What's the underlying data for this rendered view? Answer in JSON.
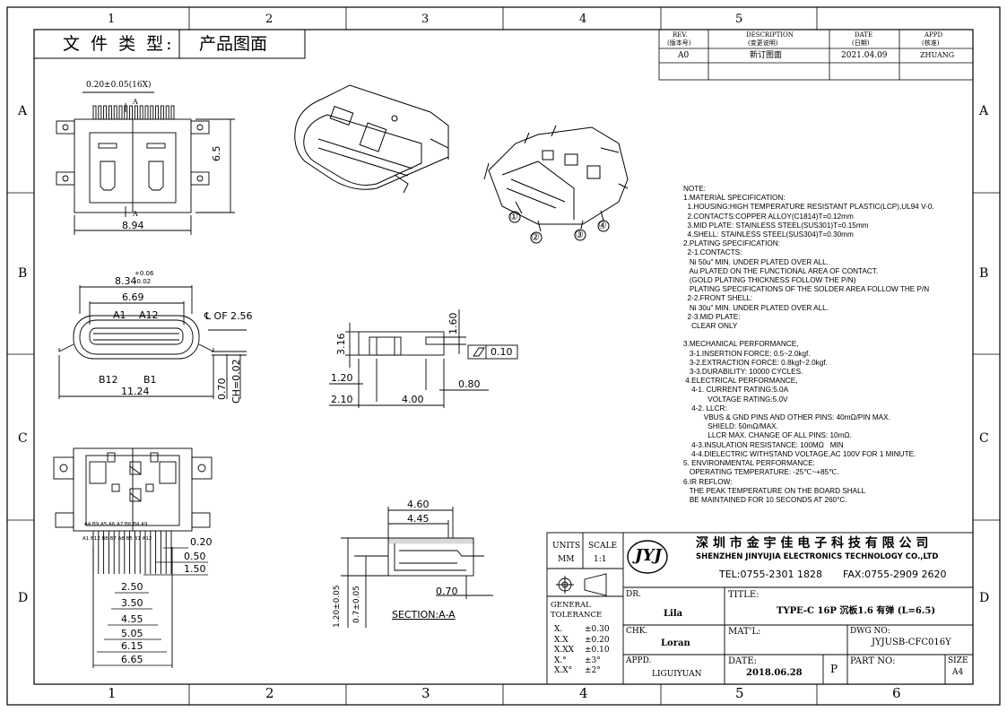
{
  "header": {
    "doc_type_label": "文 件 类 型:",
    "doc_type_value": "产品图面"
  },
  "grid": {
    "columns": [
      "1",
      "2",
      "3",
      "4",
      "5",
      "6"
    ],
    "rows": [
      "A",
      "B",
      "C",
      "D"
    ]
  },
  "revision_table": {
    "headers": [
      {
        "en": "REV.",
        "cn": "(版本号)"
      },
      {
        "en": "DESCRIPTION",
        "cn": "(变更说明)"
      },
      {
        "en": "DATE",
        "cn": "(日期)"
      },
      {
        "en": "APPD",
        "cn": "(核准)"
      }
    ],
    "row": {
      "rev": "A0",
      "description": "新订图面",
      "date": "2021.04.09",
      "appd": "ZHUANG"
    }
  },
  "dimensions": {
    "top_view": {
      "pitch": "0.20±0.05(16X)",
      "height": "6.5",
      "width": "8.94",
      "section_a": "A"
    },
    "front_view": {
      "outer": "8.34",
      "tol_plus": "+0.06",
      "tol_minus": "-0.02",
      "inner": "6.69",
      "a1": "A1",
      "a12": "A12",
      "b12": "B12",
      "b1": "B1",
      "center": "℄ OF 2.56",
      "span": "11.24",
      "h1": "0.70",
      "h2": "CH=0.02"
    },
    "side_view": {
      "h": "3.16",
      "d1": "1.60",
      "flat": "0.10",
      "d2": "1.20",
      "d3": "2.10",
      "d4": "4.00",
      "d5": "0.80"
    },
    "bottom_view": {
      "d020": "0.20",
      "d050": "0.50",
      "d150": "1.50",
      "d250": "2.50",
      "d350": "3.50",
      "d455": "4.55",
      "d505": "5.05",
      "d615": "6.15",
      "d665": "6.65",
      "pins_top": "A4 B9 A5 A6 A7 B6 B4 A9",
      "pins_bottom": "A1 B12 B8 B7 A8 B5 B1 A12"
    },
    "section": {
      "d460": "4.60",
      "d445": "4.45",
      "d070": "0.70",
      "v1": "1.20±0.05",
      "v2": "0.7±0.05",
      "label": "SECTION:A-A"
    }
  },
  "callouts": [
    "①",
    "②",
    "③",
    "④"
  ],
  "notes": [
    "NOTE:",
    "1.MATERIAL SPECIFICATION:",
    "  1.HOUSING:HIGH TEMPERATURE RESISTANT PLASTIC(LCP),UL94 V-0.",
    "  2.CONTACTS:COPPER ALLOY(C1814)T=0.12mm",
    "  3.MID PLATE: STAINLESS STEEL(SUS301)T=0.15mm",
    "  4.SHELL: STAINLESS STEEL(SUS304)T=0.30mm",
    "2.PLATING SPECIFICATION:",
    "  2-1.CONTACTS:",
    "   Ni 50u\" MIN. UNDER PLATED OVER ALL.",
    "   Au PLATED ON THE FUNCTIONAL AREA OF CONTACT.",
    "   (GOLD PLATING THICKNESS FOLLOW THE P/N)",
    "   PLATING SPECIFICATIONS OF THE SOLDER AREA FOLLOW THE P/N",
    "  2-2.FRONT SHELL:",
    "   Ni 30u\" MIN. UNDER PLATED OVER ALL.",
    "  2-3.MID PLATE:",
    "    CLEAR ONLY",
    "",
    "3.MECHANICAL PERFORMANCE,",
    "   3-1.INSERTION FORCE: 0.5~2.0kgf.",
    "   3-2.EXTRACTION FORCE: 0.8kgf~2.0kgf.",
    "   3-3.DURABILITY: 10000 CYCLES.",
    " 4.ELECTRICAL PERFORMANCE,",
    "    4-1. CURRENT RATING:5.0A",
    "            VOLTAGE RATING:5.0V",
    "    4-2. LLCR:",
    "          VBUS & GND PINS AND OTHER PINS: 40mΩ/PIN MAX.",
    "            SHIELD: 50mΩ/MAX.",
    "            LLCR MAX. CHANGE OF ALL PINS: 10mΩ.",
    "    4-3.INSULATION RESISTANCE: 100MΩ   MIN",
    "    4-4.DIELECTRIC WITHSTAND VOLTAGE,AC 100V FOR 1 MINUTE.",
    "5. ENVIRONMENTAL PERFORMANCE:",
    "   OPERATING TEMPERATURE: -25℃~+85℃.",
    "6.IR REFLOW:",
    "   THE PEAK TEMPERATURE ON THE BOARD SHALL",
    "   BE MAINTAINED FOR 10 SECONDS AT 260°C."
  ],
  "title_block": {
    "units_label": "UNITS",
    "units": "MM",
    "scale_label": "SCALE",
    "scale": "1:1",
    "logo": "JYJ",
    "company_cn": "深 圳 市 金 宇 佳 电 子 科 技 有 限 公 司",
    "company_en": "SHENZHEN JINYUJIA ELECTRONICS TECHNOLOGY CO.,LTD",
    "tel": "TEL:0755-2301 1828",
    "fax": "FAX:0755-2909 2620",
    "dr_label": "DR.",
    "dr": "Lila",
    "title_label": "TITLE:",
    "title": "TYPE-C 16P 沉板1.6 有弹 (L=6.5)",
    "tol_label": "GENERAL\nTOLERANCE",
    "tolerances": [
      [
        "X.",
        "±0.30"
      ],
      [
        "X.X",
        "±0.20"
      ],
      [
        "X.XX",
        "±0.10"
      ],
      [
        "X.°",
        "±3°"
      ],
      [
        "X.X°",
        "±2°"
      ]
    ],
    "chk_label": "CHK.",
    "chk": "Loran",
    "matl_label": "MAT'L:",
    "dwg_label": "DWG NO:",
    "dwg": "JYJUSB-CFC016Y",
    "appd_label": "APPD.",
    "appd": "LIGUIYUAN",
    "date_label": "DATE:",
    "date": "2018.06.28",
    "p": "P",
    "part_label": "PART NO:",
    "size_label": "SIZE",
    "size": "A4"
  }
}
